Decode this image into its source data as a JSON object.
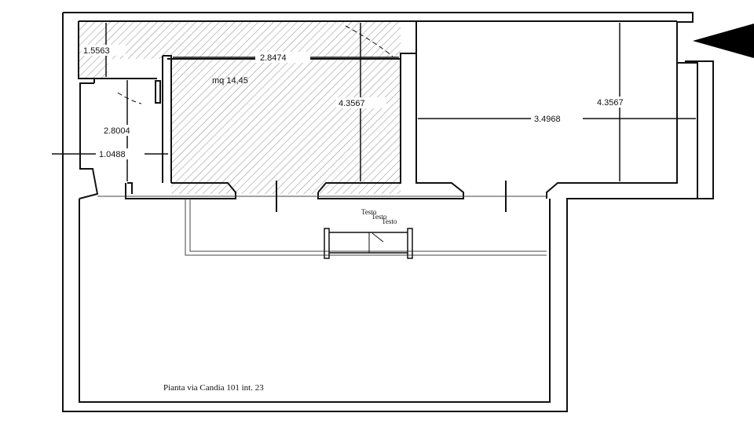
{
  "plan": {
    "caption": "Pianta via Candia 101 int. 23",
    "area_label": "mq 14,45",
    "testo_labels": [
      "Testo",
      "Testo",
      "Testo"
    ],
    "dimensions": {
      "d1": "1.5563",
      "d2": "2.8474",
      "d3": "4.3567",
      "d4": "2.8004",
      "d5": "1.0488",
      "d6": "3.4968",
      "d7": "4.3567"
    }
  },
  "colors": {
    "line": "#111111",
    "hatch": "#8a8a8a",
    "background": "#ffffff"
  },
  "icons": {
    "entrance": "entrance-arrow-icon"
  }
}
